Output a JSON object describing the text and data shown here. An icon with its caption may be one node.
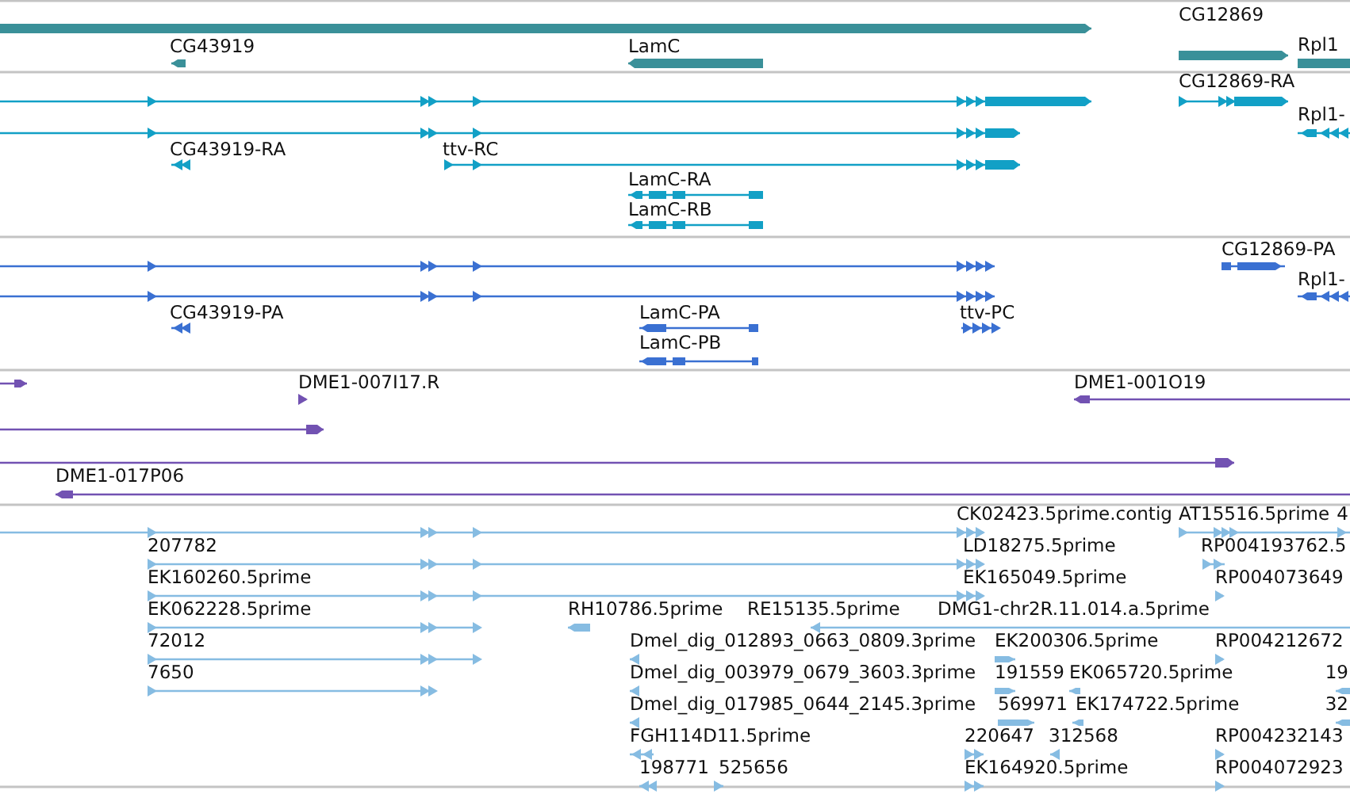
{
  "diagram": {
    "labels": [
      "CG12869",
      "CG43919",
      "LamC",
      "Rpl1",
      "CG12869-RA",
      "Rpl1-",
      "CG43919-RA",
      "ttv-RC",
      "LamC-RA",
      "LamC-RB",
      "CG12869-PA",
      "Rpl1-",
      "CG43919-PA",
      "LamC-PA",
      "ttv-PC",
      "LamC-PB",
      "DME1-007I17.R",
      "DME1-001O19",
      "DME1-017P06",
      "CK02423.5prime.contig",
      "AT15516.5prime",
      "4",
      "207782",
      "LD18275.5prime",
      "RP004193762.5",
      "EK160260.5prime",
      "EK165049.5prime",
      "RP004073649",
      "EK062228.5prime",
      "RH10786.5prime",
      "RE15135.5prime",
      "DMG1-chr2R.11.014.a.5prime",
      "72012",
      "Dmel_dig_012893_0663_0809.3prime",
      "EK200306.5prime",
      "RP004212672",
      "7650",
      "Dmel_dig_003979_0679_3603.3prime",
      "191559",
      "EK065720.5prime",
      "19",
      "Dmel_dig_017985_0644_2145.3prime",
      "569971",
      "EK174722.5prime",
      "32",
      "FGH114D11.5prime",
      "220647",
      "312568",
      "RP004232143",
      "198771",
      "525656",
      "EK164920.5prime",
      "RP004072923"
    ]
  }
}
